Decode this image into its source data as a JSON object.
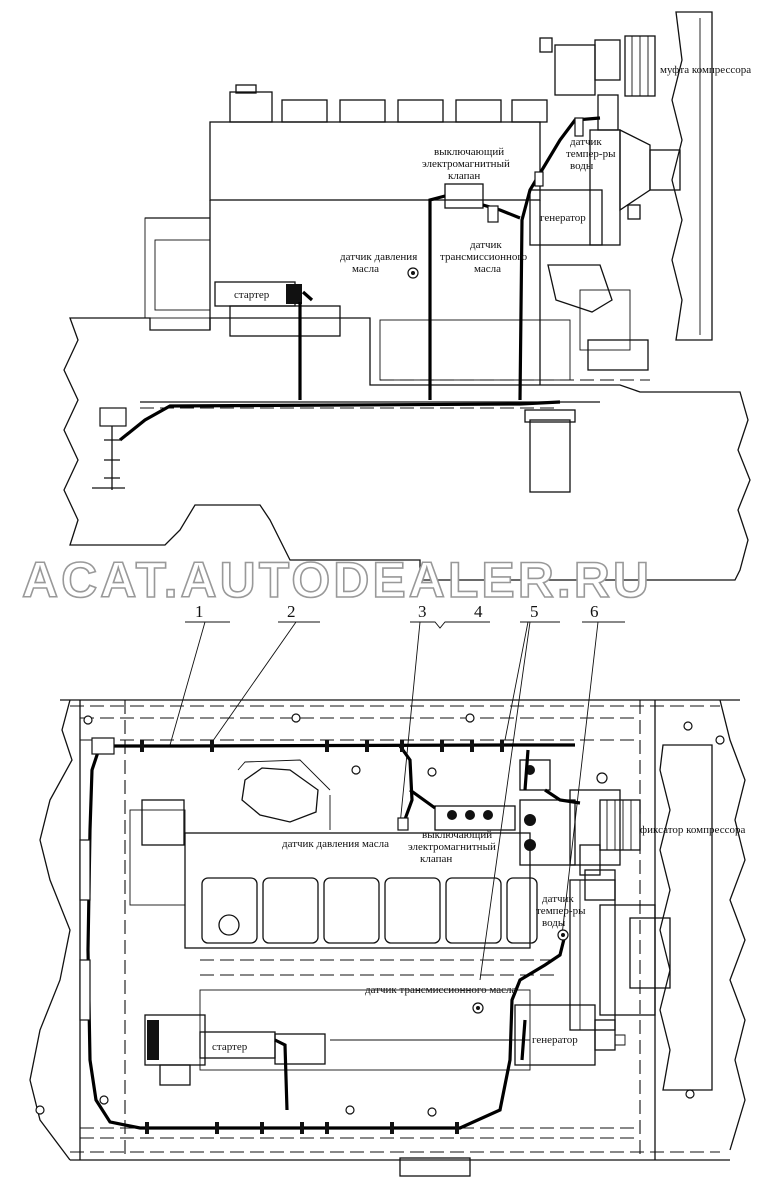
{
  "watermark": "ACAT.AUTODEALER.RU",
  "top_view": {
    "labels": {
      "compressor_coupling": "муфта компрессора",
      "solenoid_valve": [
        "выключающий",
        "электромагнитный",
        "клапан"
      ],
      "water_temp_sensor": [
        "датчик",
        "темпер-ры",
        "воды"
      ],
      "generator": "генератор",
      "transmission_oil_sensor": [
        "датчик",
        "трансмиссионного",
        "масла"
      ],
      "oil_pressure_sensor": [
        "датчик давления",
        "масла"
      ],
      "starter": "стартер"
    }
  },
  "bottom_view": {
    "callouts": [
      "1",
      "2",
      "3",
      "4",
      "5",
      "6"
    ],
    "labels": {
      "compressor_lock": "фиксатор компрессора",
      "oil_pressure_sensor": "датчик давления масла",
      "solenoid_valve": [
        "выключающий",
        "электромагнитный",
        "клапан"
      ],
      "water_temp_sensor": [
        "датчик",
        "темпер-ры",
        "воды"
      ],
      "transmission_oil_sensor": "датчик трансмиссионного масла",
      "generator": "генератор",
      "starter": "стартер"
    }
  }
}
